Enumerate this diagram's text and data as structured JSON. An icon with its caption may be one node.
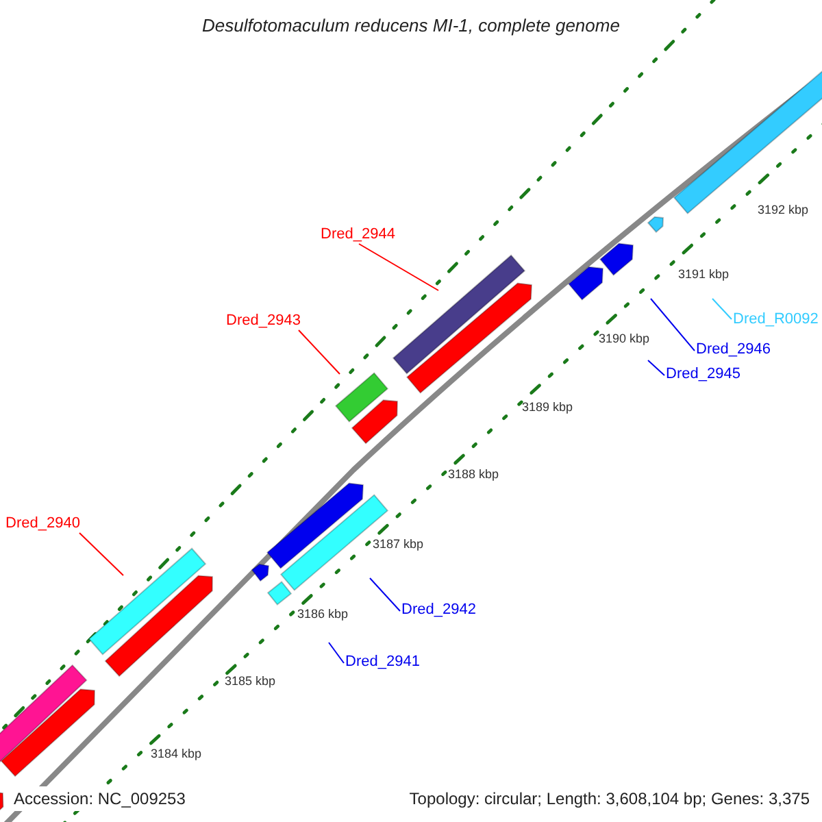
{
  "diagram": {
    "title": "Desulfotomaculum reducens MI-1, complete genome",
    "nodes": [
      {
        "text": [
          "Dred_2944"
        ]
      },
      {
        "text": [
          "Dred_2943"
        ]
      },
      {
        "text": [
          "Dred_2940"
        ]
      },
      {
        "text": [
          "Dred_R0092"
        ]
      },
      {
        "text": [
          "Dred_2946"
        ]
      },
      {
        "text": [
          "Dred_2945"
        ]
      },
      {
        "text": [
          "Dred_2942"
        ]
      },
      {
        "text": [
          "Dred_2941"
        ]
      }
    ],
    "edges": [
      {
        "from": 0,
        "to": null,
        "arrow": "none",
        "color": "#ff0000"
      },
      {
        "from": 1,
        "to": null,
        "arrow": "none",
        "color": "#ff0000"
      },
      {
        "from": 2,
        "to": null,
        "arrow": "none",
        "color": "#ff0000"
      },
      {
        "from": 3,
        "to": null,
        "arrow": "none",
        "color": "#33ccff"
      },
      {
        "from": 4,
        "to": null,
        "arrow": "none"
      },
      {
        "from": 5,
        "to": null,
        "arrow": "none"
      },
      {
        "from": 6,
        "to": null,
        "arrow": "none"
      },
      {
        "from": 7,
        "to": null,
        "arrow": "none"
      }
    ],
    "labels": [
      "3192 kbp",
      "3191 kbp",
      "3190 kbp",
      "3189 kbp",
      "3188 kbp",
      "3187 kbp",
      "3186 kbp",
      "3185 kbp",
      "3184 kbp",
      "Accession: NC_009253",
      "Topology: circular; Length: 3,608,104 bp; Genes: 3,375"
    ]
  }
}
